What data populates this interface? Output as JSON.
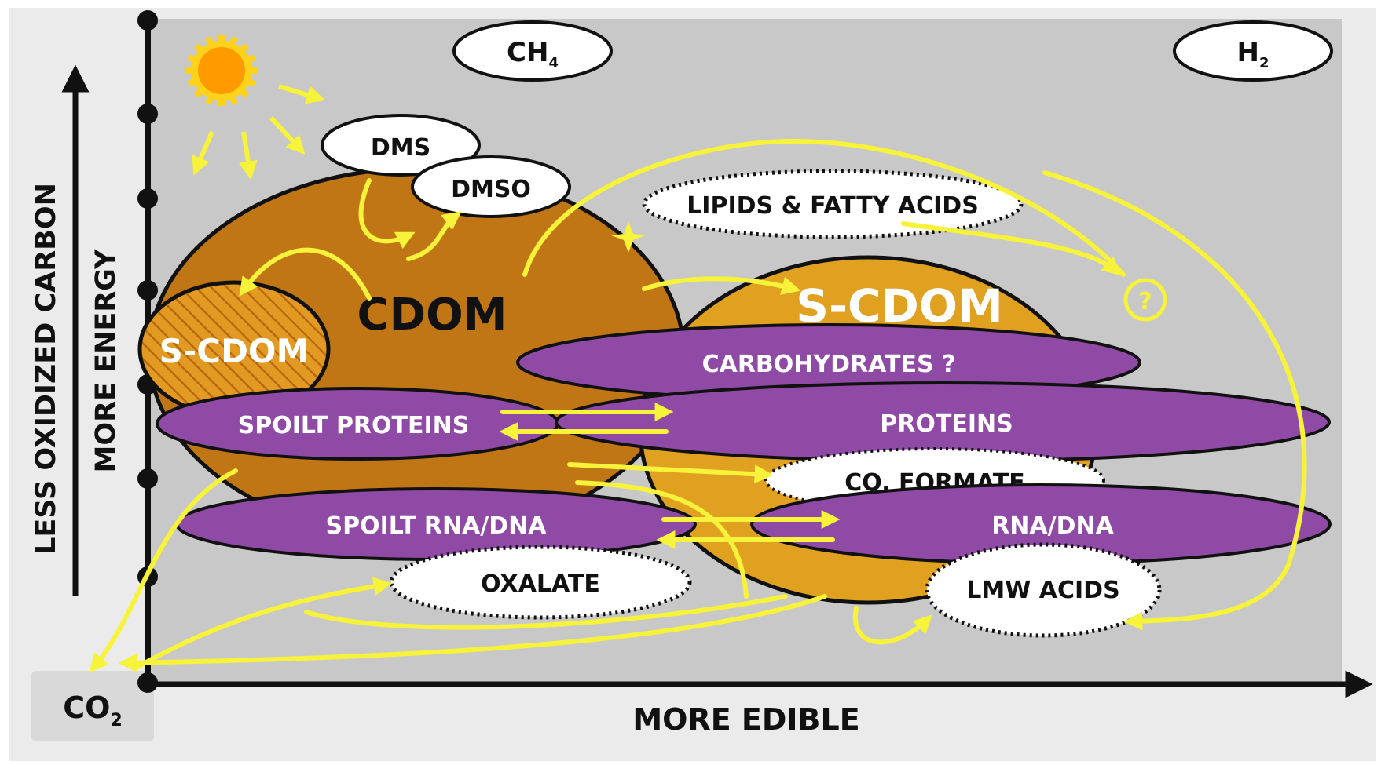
{
  "axes": {
    "y_outer_label": "LESS OXIDIZED CARBON",
    "y_inner_label": "MORE ENERGY",
    "x_label": "MORE EDIBLE",
    "origin_label": "CO",
    "origin_subscript": "2"
  },
  "pools": {
    "cdom": "CDOM",
    "s_cdom_left": "S-CDOM",
    "s_cdom_right": "S-CDOM",
    "carbohydrates": "CARBOHYDRATES ?",
    "spoilt_proteins": "SPOILT PROTEINS",
    "proteins": "PROTEINS",
    "spoilt_rna_dna": "SPOILT RNA/DNA",
    "rna_dna": "RNA/DNA"
  },
  "molecules": {
    "ch4": "CH",
    "ch4_sub": "4",
    "h2": "H",
    "h2_sub": "2",
    "dms": "DMS",
    "dmso": "DMSO",
    "lipids": "LIPIDS & FATTY ACIDS",
    "co_formate": "CO, FORMATE",
    "oxalate": "OXALATE",
    "lmw_acids": "LMW ACIDS",
    "unknown": "?"
  },
  "colors": {
    "background": "#c8c8c8",
    "cdom": "#c07615",
    "s_cdom": "#e0a020",
    "purple": "#8f4aa6",
    "arrow_yellow": "#f7f23a",
    "sun": "#ff9a00",
    "sun_rays": "#ffd21a"
  }
}
